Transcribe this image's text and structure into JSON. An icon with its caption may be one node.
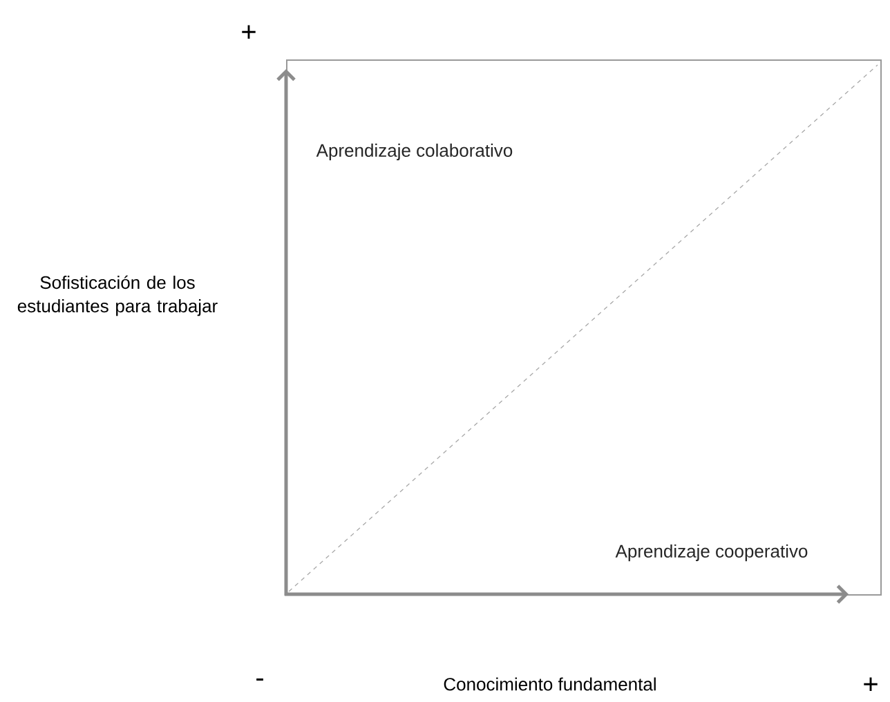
{
  "diagram": {
    "nodes": [
      {
        "text": [
          "Aprendizaje colaborativo",
          "Aprendizaje cooperativo"
        ]
      }
    ],
    "labels": [
      "+",
      "Sofisticación de los estudiantes para trabajar",
      "-",
      "Conocimiento fundamental",
      "+"
    ]
  }
}
